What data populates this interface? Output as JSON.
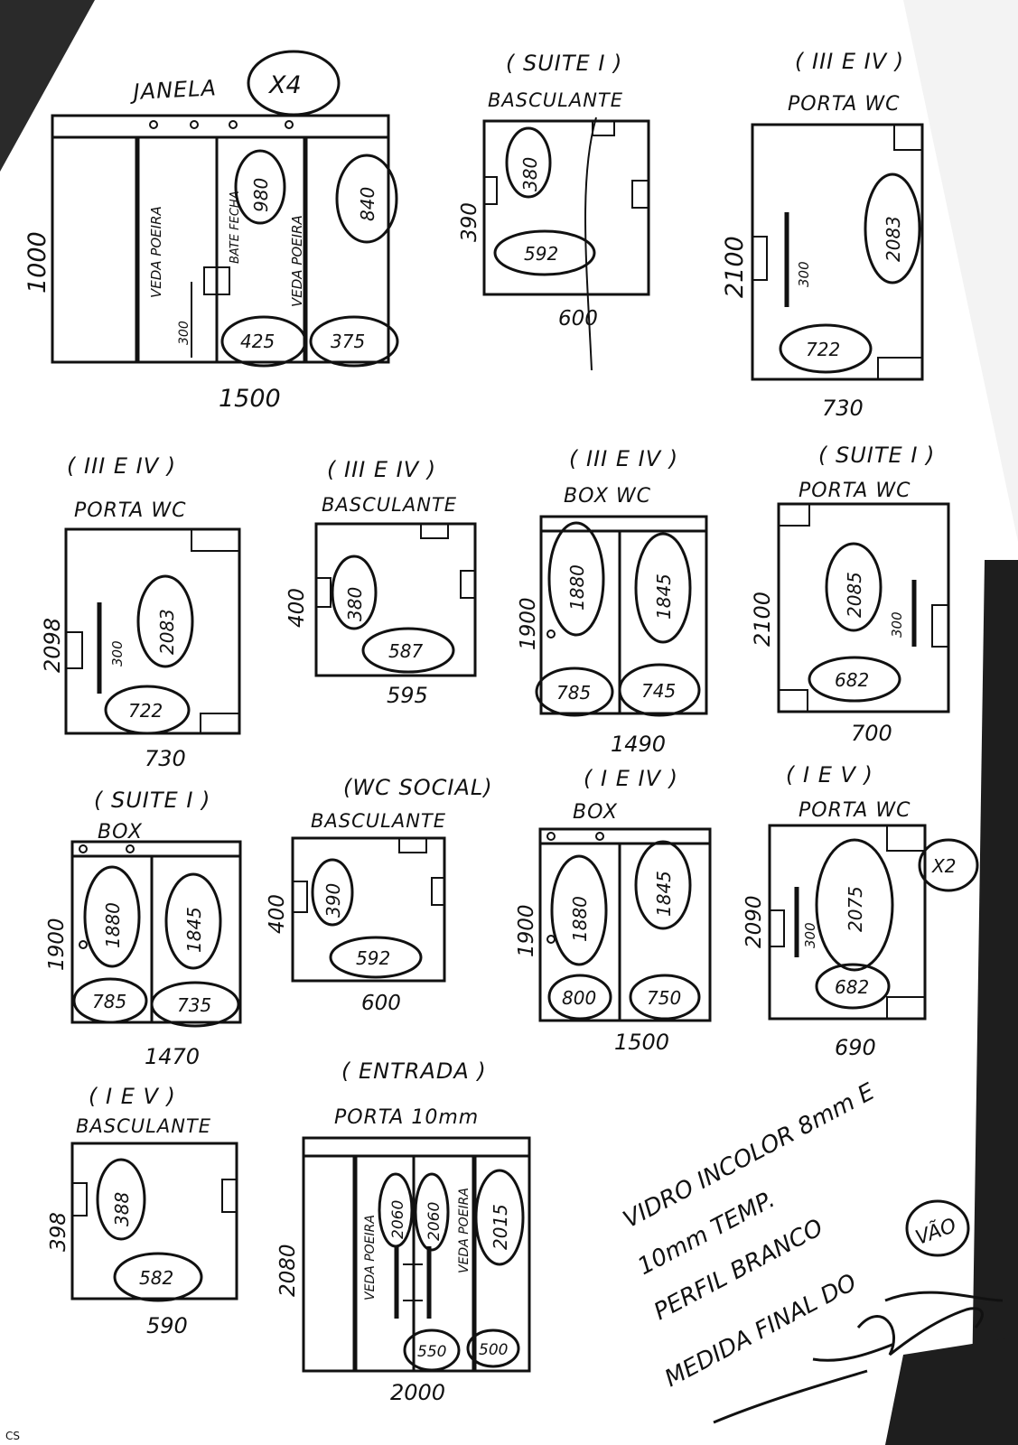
{
  "sheet": {
    "janela": {
      "title": "JANELA",
      "mult": "X4",
      "w": "1500",
      "h": "1000",
      "panel1": "VEDA POEIRA",
      "panel2": "VEDA POEIRA",
      "batente": "BATE FECHA",
      "c1": "980",
      "c2": "840",
      "c3": "425",
      "c4": "375",
      "v": "300"
    },
    "suite_bas": {
      "group": "( SUITE I )",
      "title": "BASCULANTE",
      "w": "600",
      "h": "390",
      "c1": "380",
      "c2": "592"
    },
    "pwc1": {
      "group": "( III E IV )",
      "title": "PORTA WC",
      "w": "730",
      "h": "2100",
      "c1": "2083",
      "c2": "722",
      "v": "300"
    },
    "pwc2": {
      "group": "( III E IV )",
      "title": "PORTA WC",
      "w": "730",
      "h": "2098",
      "c1": "2083",
      "c2": "722",
      "v": "300"
    },
    "bas2": {
      "group": "( III E IV )",
      "title": "BASCULANTE",
      "w": "595",
      "h": "400",
      "c1": "380",
      "c2": "587"
    },
    "box1": {
      "group": "( III E IV )",
      "title": "BOX WC",
      "w": "1490",
      "h": "1900",
      "c1": "1880",
      "c2": "1845",
      "c3": "785",
      "c4": "745"
    },
    "pwc3": {
      "group": "( SUITE I )",
      "title": "PORTA WC",
      "w": "700",
      "h": "2100",
      "c1": "2085",
      "c2": "682",
      "v": "300"
    },
    "box2": {
      "group": "( SUITE I )",
      "title": "BOX",
      "w": "1470",
      "h": "1900",
      "c1": "1880",
      "c2": "1845",
      "c3": "785",
      "c4": "735"
    },
    "bas3": {
      "group": "(WC SOCIAL)",
      "title": "BASCULANTE",
      "w": "600",
      "h": "400",
      "c1": "390",
      "c2": "592"
    },
    "box3": {
      "group": "( I E IV )",
      "title": "BOX",
      "w": "1500",
      "h": "1900",
      "c1": "1880",
      "c2": "1845",
      "c3": "800",
      "c4": "750"
    },
    "pwc4": {
      "group": "( I E V )",
      "title": "PORTA WC",
      "w": "690",
      "h": "2090",
      "c1": "2075",
      "c2": "682",
      "v": "300",
      "mult": "X2"
    },
    "bas4": {
      "group": "( I E V )",
      "title": "BASCULANTE",
      "w": "590",
      "h": "398",
      "c1": "388",
      "c2": "582"
    },
    "entrada": {
      "group": "( ENTRADA )",
      "title": "PORTA 10mm",
      "w": "2000",
      "h": "2080",
      "panel1": "VEDA POEIRA",
      "panel2": "VEDA POEIRA",
      "c1": "2060",
      "c2": "2060",
      "c3": "2015",
      "c4": "550",
      "c5": "500"
    },
    "notes": [
      "VIDRO INCOLOR 8mm E",
      "10mm TEMP.",
      "PERFIL BRANCO",
      "MEDIDA FINAL DO"
    ],
    "notes_vao": "VÃO",
    "footer": "CS"
  }
}
